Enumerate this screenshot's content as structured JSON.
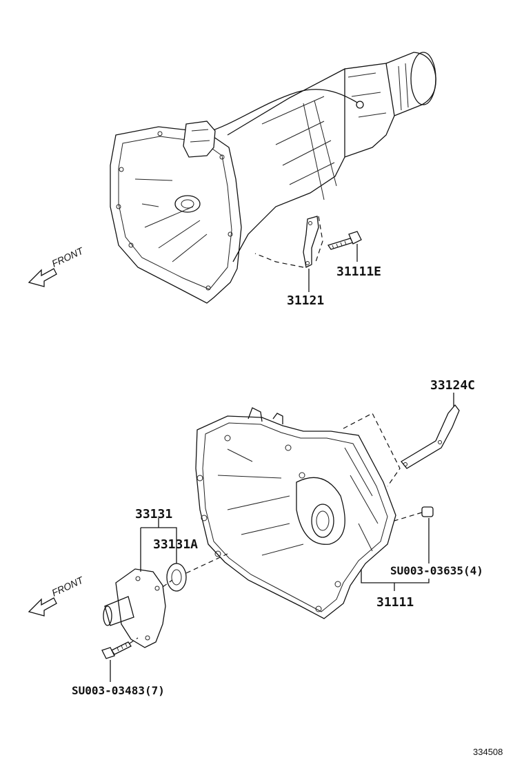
{
  "diagram": {
    "catalog_number": "334508",
    "front_label": "FRONT",
    "parts": {
      "p31111E": "31111E",
      "p31121": "31121",
      "p33124C": "33124C",
      "p33131": "33131",
      "p33131A": "33131A",
      "pSU00303635": "SU003-03635(4)",
      "p31111": "31111",
      "pSU00303483": "SU003-03483(7)"
    }
  }
}
